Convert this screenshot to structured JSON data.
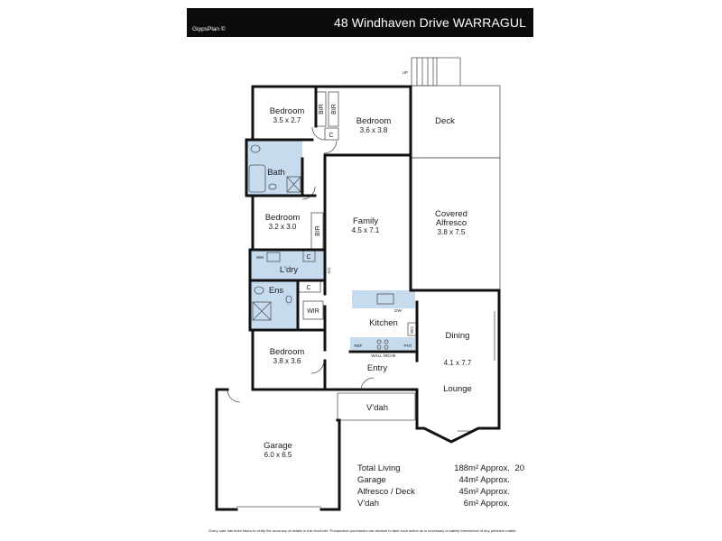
{
  "header": {
    "title": "48 Windhaven Drive WARRAGUL",
    "brand": "GippsPlan ©"
  },
  "rooms": {
    "bedroom1": {
      "name": "Bedroom",
      "dim": "3.5 x 2.7"
    },
    "bedroom2": {
      "name": "Bedroom",
      "dim": "3.6 x 3.8"
    },
    "bedroom3": {
      "name": "Bedroom",
      "dim": "3.2 x 3.0"
    },
    "bedroom4": {
      "name": "Bedroom",
      "dim": "3.8 x 3.6"
    },
    "deck": {
      "name": "Deck"
    },
    "bath": {
      "name": "Bath"
    },
    "family": {
      "name": "Family",
      "dim": "4.5 x 7.1"
    },
    "alfresco": {
      "name1": "Covered",
      "name2": "Alfresco",
      "dim": "3.8 x 7.5"
    },
    "laundry": {
      "name": "L'dry"
    },
    "ensuite": {
      "name": "Ens"
    },
    "wir": {
      "name": "WIR"
    },
    "kitchen": {
      "name": "Kitchen"
    },
    "dining": {
      "name": "Dining",
      "dim": "4.1 x 7.7"
    },
    "lounge": {
      "name": "Lounge"
    },
    "entry": {
      "name": "Entry"
    },
    "vdah": {
      "name": "V'dah"
    },
    "garage": {
      "name": "Garage",
      "dim": "6.0 x 6.5"
    }
  },
  "fixtures": {
    "bir": "BIR",
    "c": "C",
    "up": "UP",
    "ref": "REF",
    "pnt": "PNT",
    "dw": "DW",
    "ac": "A/C",
    "wall_niche": "WALL NICHE",
    "wm": "WM",
    "wo": "WO"
  },
  "areas": [
    {
      "label": "Total Living",
      "value": "188m² Approx.",
      "extra": "20"
    },
    {
      "label": "Garage",
      "value": "44m² Approx."
    },
    {
      "label": "Alfresco / Deck",
      "value": "45m² Approx."
    },
    {
      "label": "V'dah",
      "value": "6m² Approx."
    }
  ],
  "disclaimer": "Every care has been taken to verify the accuracy of details in this brochure. Prospective purchasers are advised to take such action as is necessary to satisfy themselves of any pertinent matter.",
  "colors": {
    "wet_area": "#c6dcee",
    "wall": "#111111",
    "thin_line": "#555555"
  }
}
